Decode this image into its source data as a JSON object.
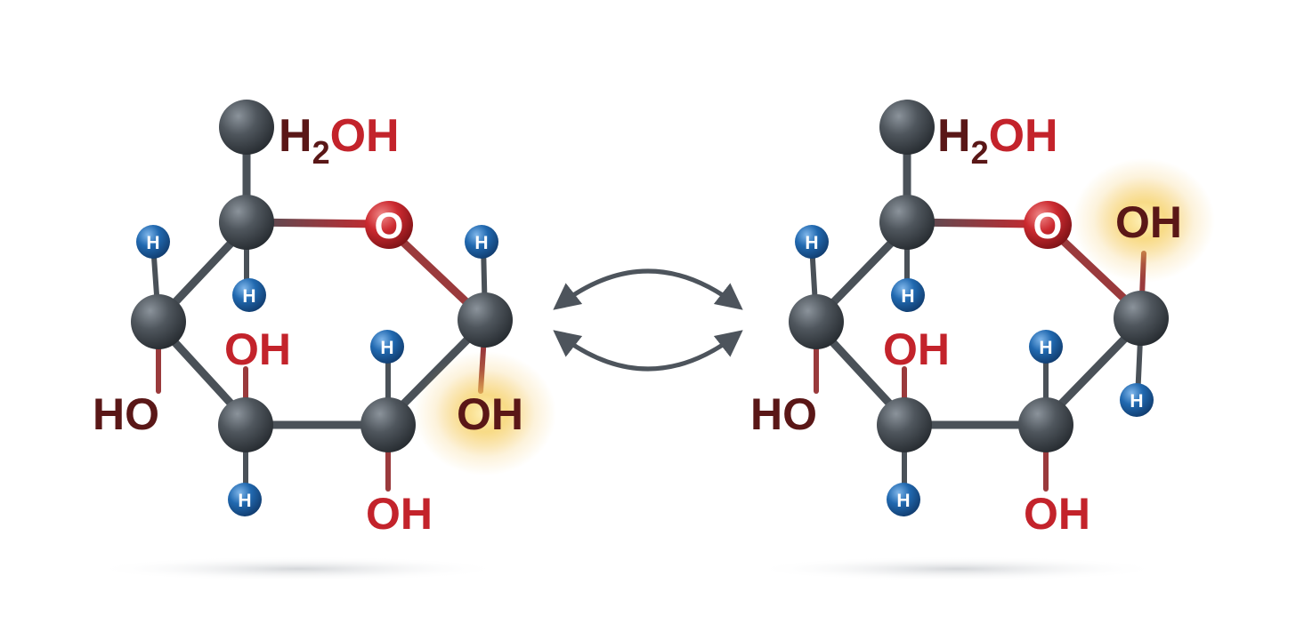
{
  "molecules": [
    {
      "id": "left",
      "top_group": {
        "prefix": "H",
        "sub": "2",
        "suffix": "OH"
      },
      "ring_oxygen": "O",
      "hydrogens": [
        "H",
        "H",
        "H",
        "H",
        "H"
      ],
      "hydroxyls": {
        "c4_label": "HO",
        "c3_label": "OH",
        "c2_label": "OH",
        "anomeric_label": "OH"
      },
      "highlighted_group": "anomeric OH"
    },
    {
      "id": "right",
      "top_group": {
        "prefix": "H",
        "sub": "2",
        "suffix": "OH"
      },
      "ring_oxygen": "O",
      "hydrogens": [
        "H",
        "H",
        "H",
        "H",
        "H"
      ],
      "hydroxyls": {
        "c4_label": "HO",
        "c3_label": "OH",
        "c2_label": "OH",
        "anomeric_label": "OH"
      },
      "highlighted_group": "anomeric OH"
    }
  ],
  "arrow": {
    "type": "double-headed curved equilibrium"
  },
  "colors": {
    "carbon": "#4a5158",
    "oxygen": "#c8282e",
    "hydrogen": "#1f64a8",
    "label_dark": "#5a1717",
    "label_red": "#c3232b",
    "bond": "#4a5158",
    "arrow": "#4d545c",
    "glow": "#f3c04a"
  }
}
